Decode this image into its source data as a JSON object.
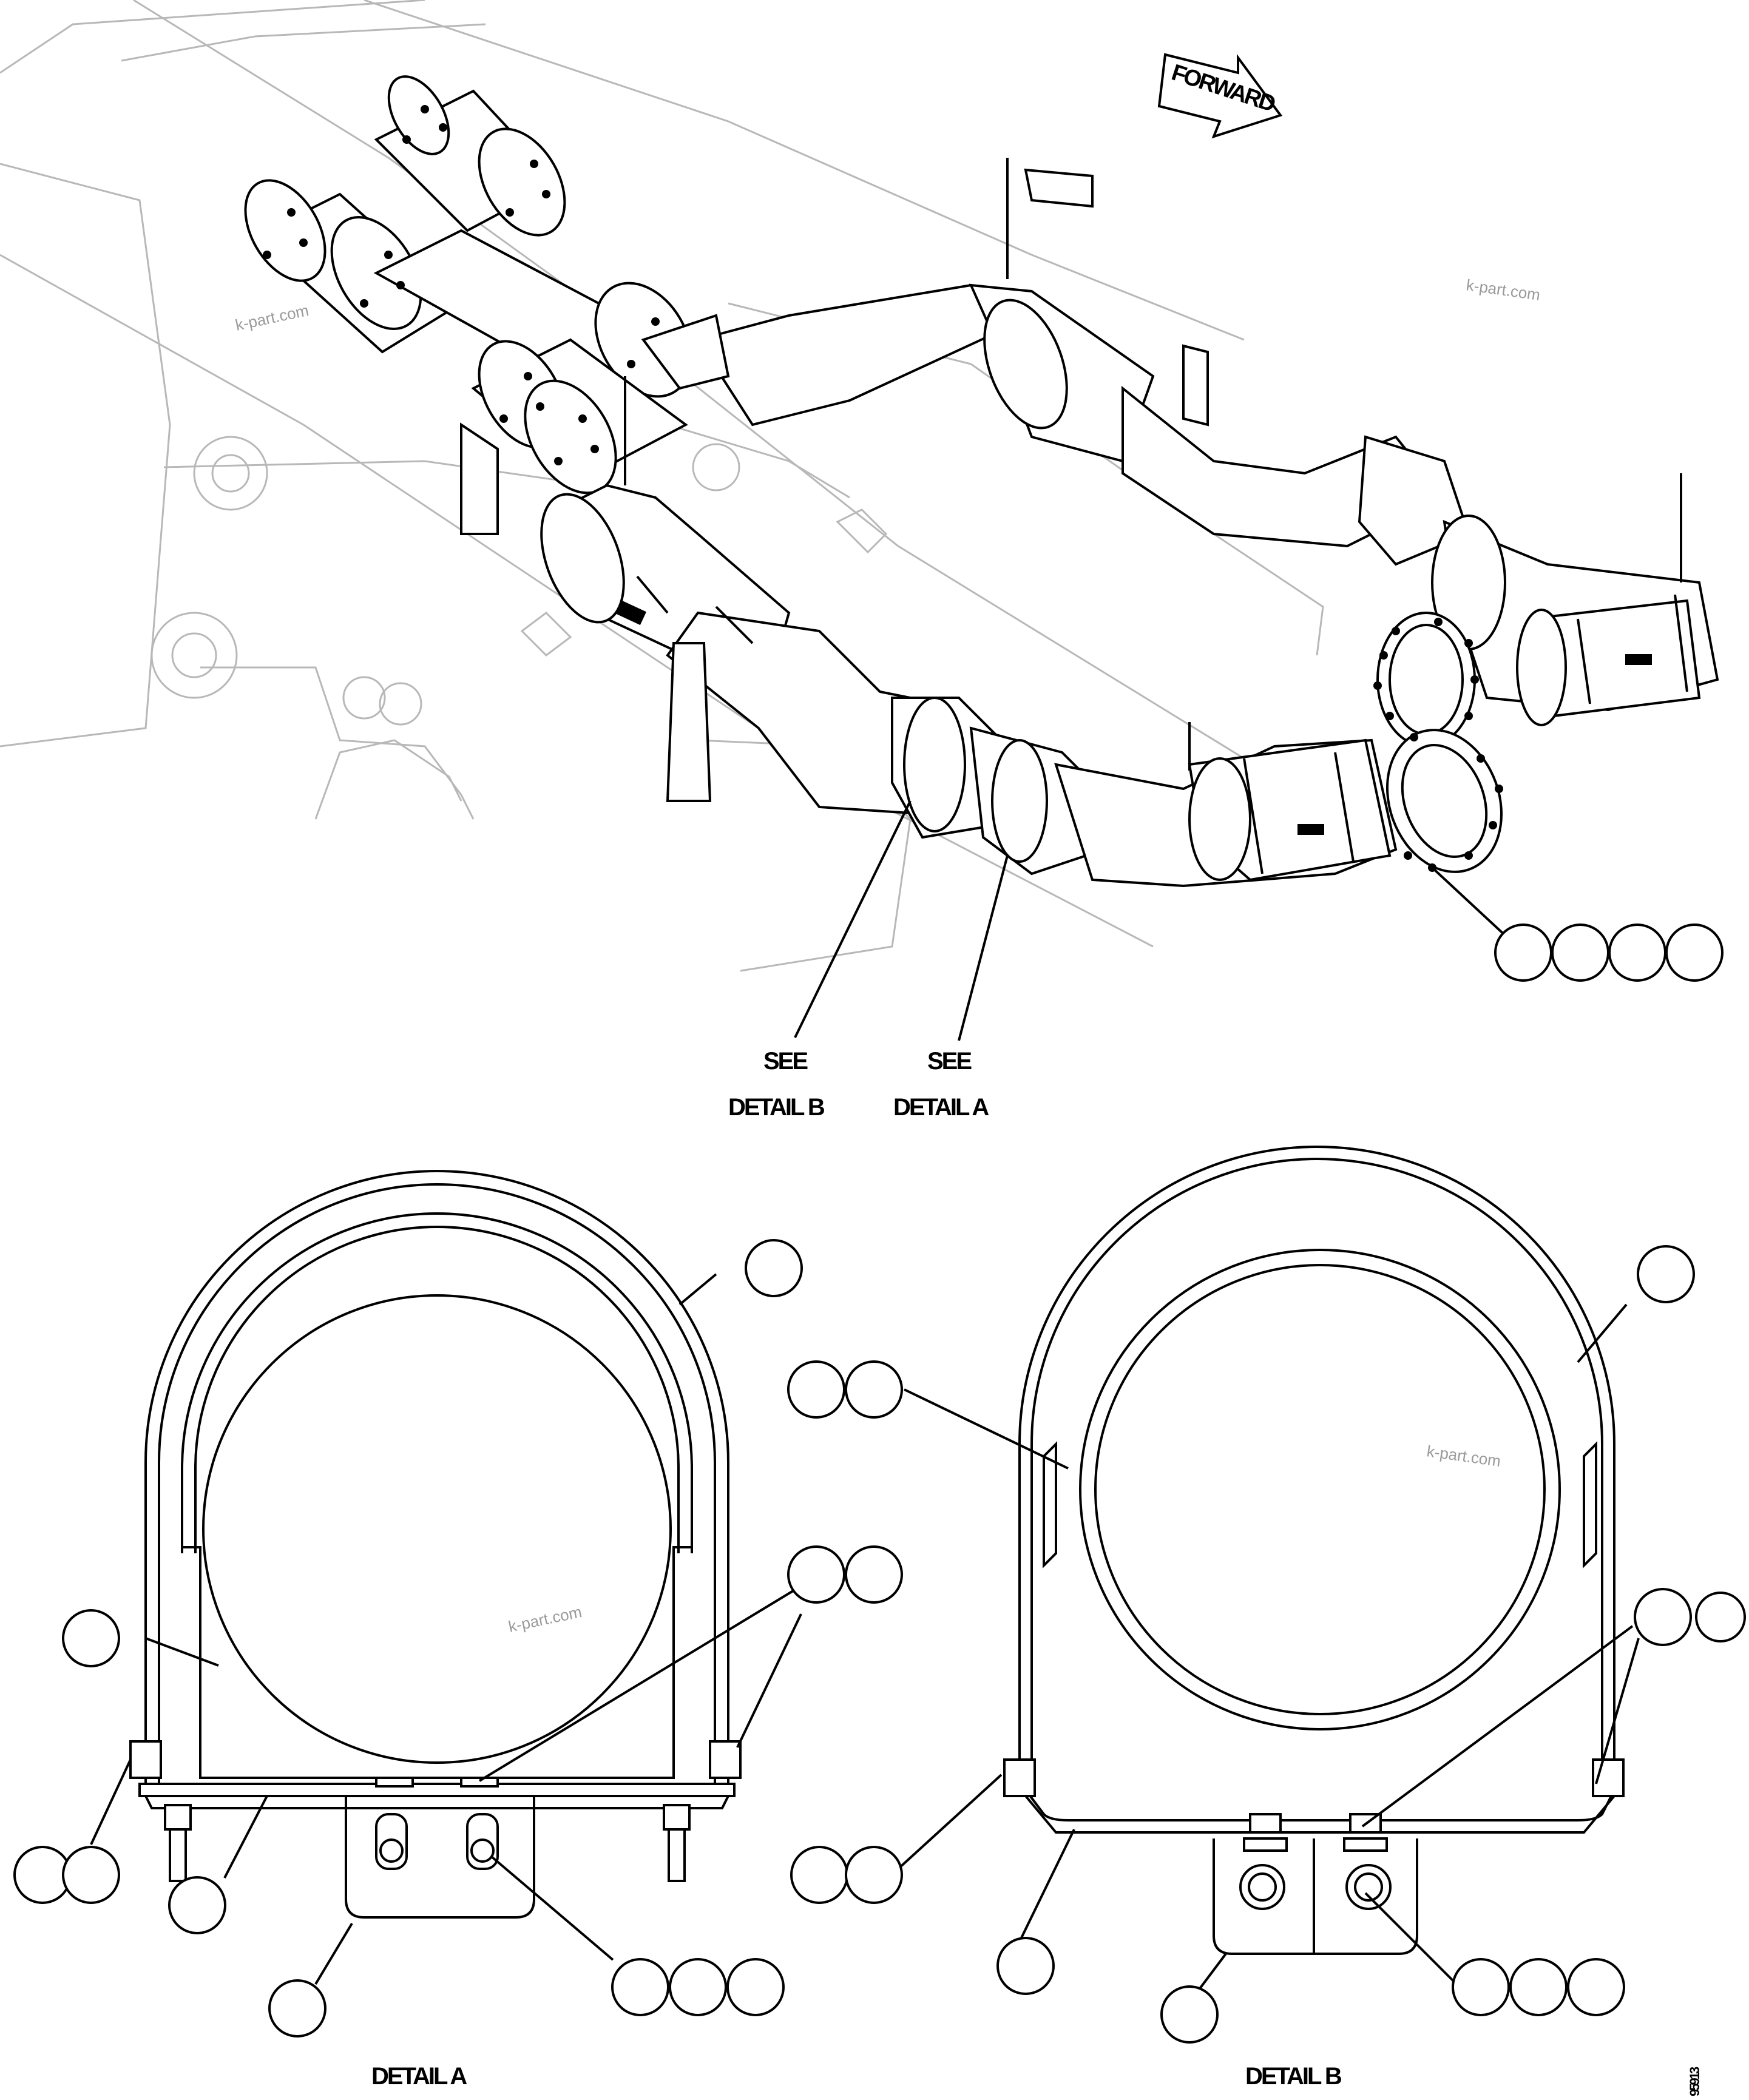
{
  "watermark": "k-part.com",
  "forward_label": "FORWARD",
  "see_label": "SEE",
  "detail_a_label": "DETAIL A",
  "detail_b_label": "DETAIL B",
  "figure_number": "95913",
  "colors": {
    "line": "#000000",
    "ghost": "#b8b8b8",
    "watermark": "#9a9a9a"
  }
}
